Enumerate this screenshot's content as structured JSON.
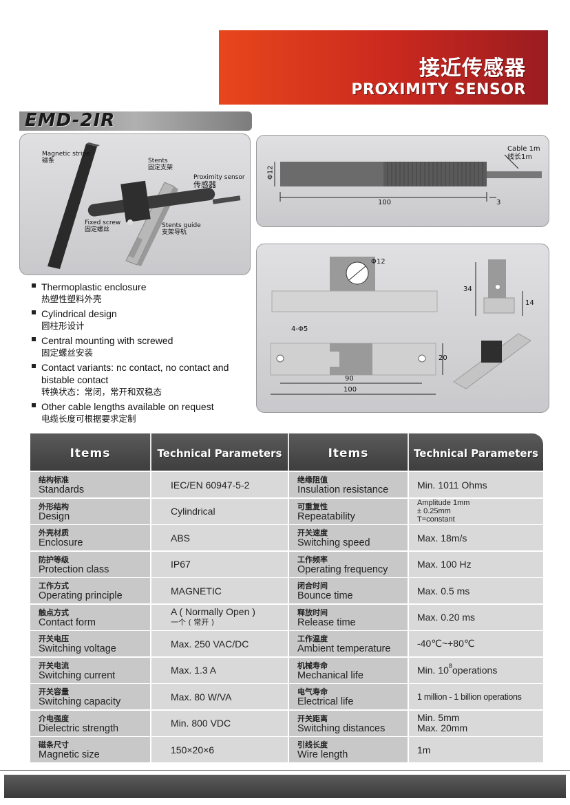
{
  "banner": {
    "title_cn": "接近传感器",
    "title_en": "PROXIMITY SENSOR"
  },
  "model": "EMD-2IR",
  "illustration": {
    "magnetic_stripe_en": "Magnetic stripe",
    "magnetic_stripe_cn": "磁条",
    "stents_en": "Stents",
    "stents_cn": "固定支架",
    "proximity_sensor_en": "Proximity sensor",
    "proximity_sensor_cn": "传感器",
    "fixed_screw_en": "Fixed screw",
    "fixed_screw_cn": "固定螺丝",
    "stents_guide_en": "Stents guide",
    "stents_guide_cn": "支架导轨"
  },
  "dimensions_top": {
    "cable_en": "Cable 1m",
    "cable_cn": "线长1m",
    "dia": "Φ12",
    "length": "100",
    "tip": "3"
  },
  "dimensions_bottom": {
    "dia": "Φ12",
    "height": "34",
    "rail_h": "14",
    "holes": "4-Φ5",
    "width": "20",
    "hole_spacing": "90",
    "total_length": "100"
  },
  "features": [
    {
      "en": "Thermoplastic enclosure",
      "cn": "热塑性塑料外壳"
    },
    {
      "en": "Cylindrical design",
      "cn": "圆柱形设计"
    },
    {
      "en": "Central mounting with screwed",
      "cn": "固定螺丝安装"
    },
    {
      "en": "Contact variants:  nc contact, no contact and bistable contact",
      "cn": "转换状态：常闭，常开和双稳态"
    },
    {
      "en": "Other cable lengths available on request",
      "cn": "电缆长度可根据要求定制"
    }
  ],
  "table": {
    "headers": [
      "Items",
      "Technical Parameters",
      "Items",
      "Technical Parameters"
    ],
    "left": [
      {
        "cn": "结构标准",
        "en": "Standards",
        "val": "IEC/EN 60947-5-2"
      },
      {
        "cn": "外形结构",
        "en": "Design",
        "val": "Cylindrical"
      },
      {
        "cn": "外壳材质",
        "en": "Enclosure",
        "val": "ABS"
      },
      {
        "cn": "防护等级",
        "en": "Protection class",
        "val": "IP67"
      },
      {
        "cn": "工作方式",
        "en": "Operating principle",
        "val": "MAGNETIC"
      },
      {
        "cn": "触点方式",
        "en": "Contact form",
        "val": "A ( Normally Open )",
        "val2": "一个 ( 常开 )"
      },
      {
        "cn": "开关电压",
        "en": "Switching voltage",
        "val": "Max. 250 VAC/DC"
      },
      {
        "cn": "开关电流",
        "en": "Switching current",
        "val": "Max. 1.3 A"
      },
      {
        "cn": "开关容量",
        "en": "Switching capacity",
        "val": "Max. 80 W/VA"
      },
      {
        "cn": "介电强度",
        "en": "Dielectric strength",
        "val": "Min. 800 VDC"
      },
      {
        "cn": "磁条尺寸",
        "en": "Magnetic size",
        "val": "150×20×6"
      }
    ],
    "right": [
      {
        "cn": "绝缘阻值",
        "en": "Insulation resistance",
        "val": "Min. 1011 Ohms"
      },
      {
        "cn": "可重复性",
        "en": "Repeatability",
        "val": "Amplitude 1mm",
        "val2": "± 0.25mm",
        "val3": "T=constant"
      },
      {
        "cn": "开关速度",
        "en": "Switching speed",
        "val": "Max. 18m/s"
      },
      {
        "cn": "工作频率",
        "en": "Operating frequency",
        "val": "Max. 100 Hz"
      },
      {
        "cn": "闭合时间",
        "en": "Bounce time",
        "val": "Max. 0.5 ms"
      },
      {
        "cn": "释放时间",
        "en": "Release time",
        "val": "Max. 0.20 ms"
      },
      {
        "cn": "工作温度",
        "en": "Ambient temperature",
        "val": "-40℃~+80℃"
      },
      {
        "cn": "机械寿命",
        "en": "Mechanical life",
        "val": "Min. 10",
        "sup": "8",
        "val_tail": "operations"
      },
      {
        "cn": "电气寿命",
        "en": "Electrical life",
        "val": "1 million - 1 billion operations"
      },
      {
        "cn": "开关距离",
        "en": "Switching distances",
        "val": "Min.  5mm",
        "val2": "Max. 20mm"
      },
      {
        "cn": "引线长度",
        "en": "Wire length",
        "val": "1m"
      }
    ]
  }
}
